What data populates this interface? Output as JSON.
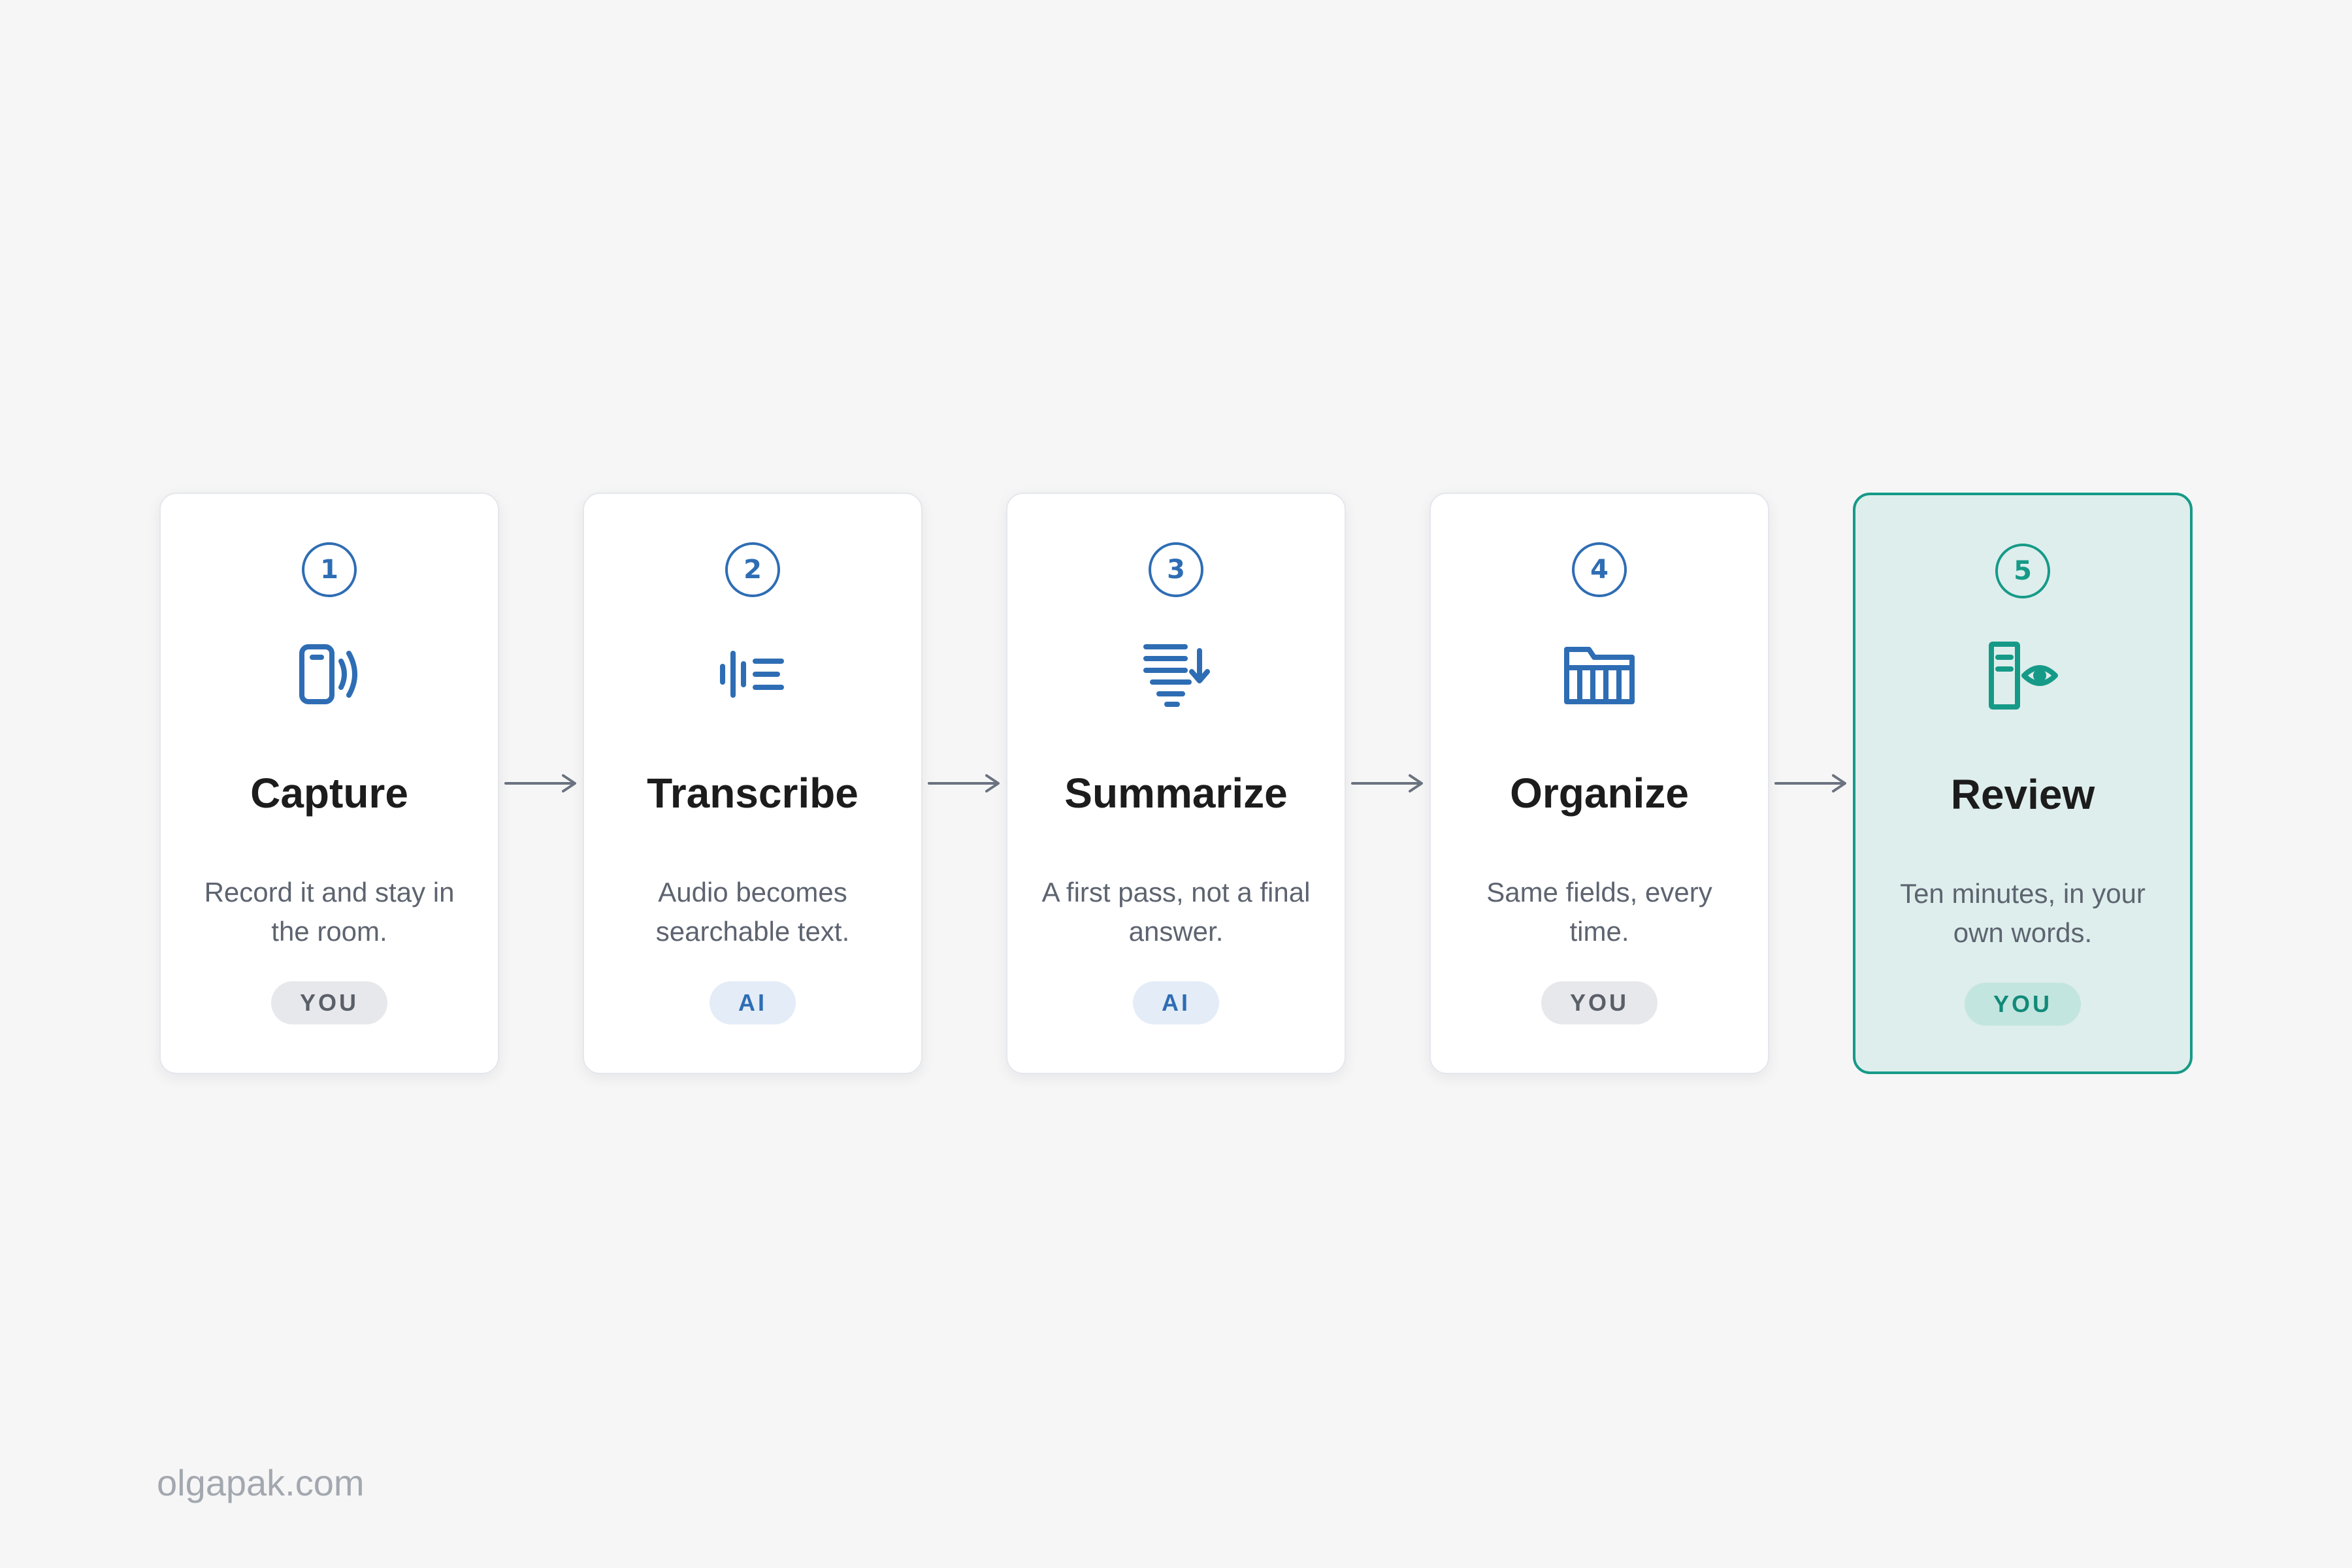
{
  "steps": [
    {
      "number": "1",
      "icon": "phone-sound-icon",
      "title": "Capture",
      "description": "Record it and stay in the room.",
      "badge": "YOU"
    },
    {
      "number": "2",
      "icon": "waveform-lines-icon",
      "title": "Transcribe",
      "description": "Audio becomes searchable text.",
      "badge": "AI"
    },
    {
      "number": "3",
      "icon": "lines-down-arrow-icon",
      "title": "Summarize",
      "description": "A first pass, not a final answer.",
      "badge": "AI"
    },
    {
      "number": "4",
      "icon": "folder-grid-icon",
      "title": "Organize",
      "description": "Same fields, every time.",
      "badge": "YOU"
    },
    {
      "number": "5",
      "icon": "document-eye-icon",
      "title": "Review",
      "description": "Ten minutes, in your own words.",
      "badge": "YOU"
    }
  ],
  "footer": {
    "text": "olgapak.com"
  },
  "colors": {
    "background": "#f6f6f6",
    "accent_blue": "#2e6db4",
    "accent_teal": "#169a88",
    "highlight_fill": "#deeeec",
    "arrow": "#6b7280"
  }
}
